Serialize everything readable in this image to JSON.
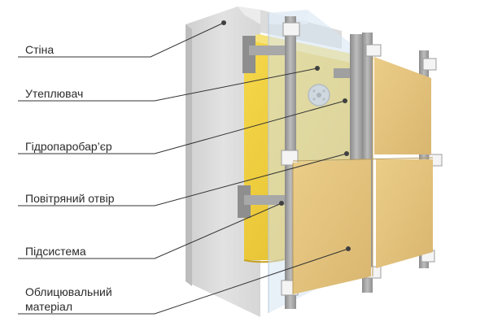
{
  "labels": {
    "wall": "Стіна",
    "insulation": "Утеплювач",
    "membrane": "Гідропаробар’єр",
    "air_gap": "Повітряний отвір",
    "subsystem": "Підсистема",
    "cladding_line1": "Облицювальний",
    "cladding_line2": "матеріал"
  },
  "colors": {
    "wall": "#d9d9d9",
    "insulation": "#f0cf3c",
    "membrane": "#d6e4f2",
    "frame": "#9a9a9a",
    "panel": "#e4c47c",
    "marker": "#404040"
  }
}
